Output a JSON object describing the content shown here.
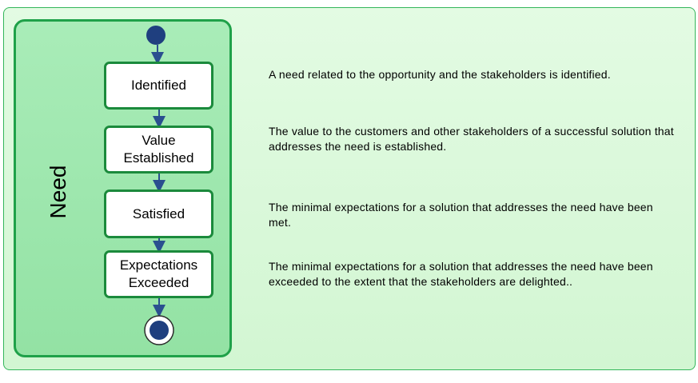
{
  "lane": {
    "label": "Need"
  },
  "states": [
    {
      "id": "identified",
      "label": "Identified"
    },
    {
      "id": "value-established",
      "label": "Value\nEstablished"
    },
    {
      "id": "satisfied",
      "label": "Satisfied"
    },
    {
      "id": "expectations-exceeded",
      "label": "Expectations\nExceeded"
    }
  ],
  "descriptions": [
    "A need related to the opportunity and the stakeholders is identified.",
    "The value to the customers and other stakeholders of a successful solution that addresses the need is established.",
    "The minimal expectations for a solution that addresses the need have been met.",
    "The minimal expectations for a solution that addresses the need have been exceeded to the extent that the stakeholders are delighted.."
  ],
  "colors": {
    "panel_border": "#33b65a",
    "lane_fill": "#9fe8b0",
    "lane_border": "#1fa149",
    "state_border": "#1b8a3c",
    "node_fill": "#1f3f7f",
    "arrow": "#2a4f8f"
  }
}
